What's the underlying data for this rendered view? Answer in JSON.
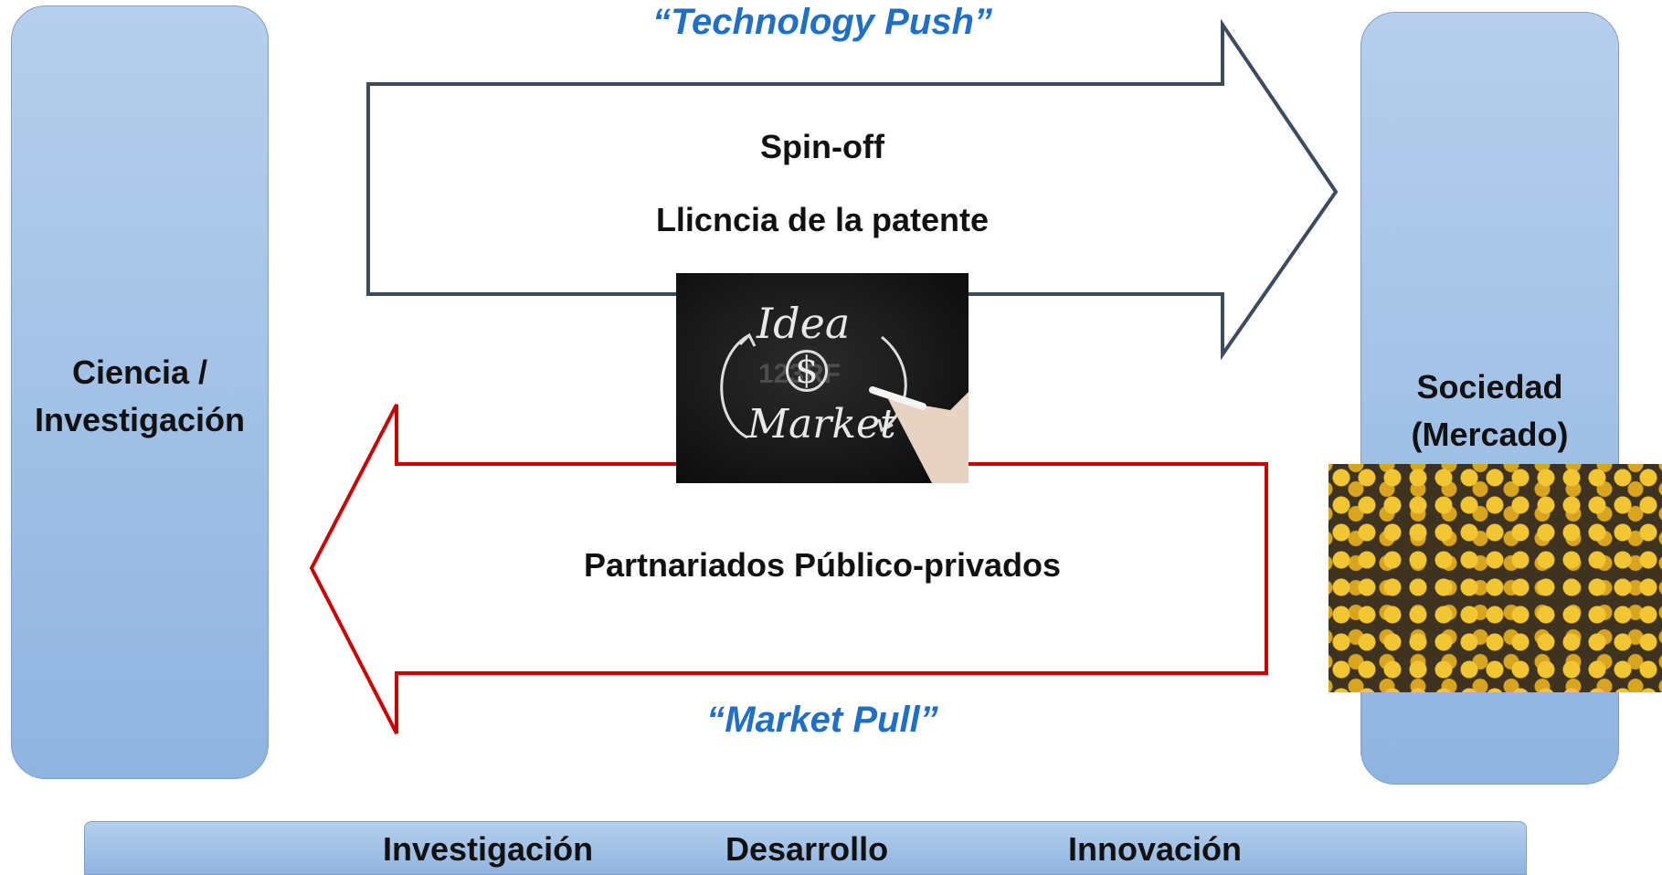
{
  "left_pillar": {
    "lines": [
      "Ciencia /",
      "Investigación"
    ]
  },
  "right_pillar": {
    "lines": [
      "Sociedad",
      "(Mercado)"
    ]
  },
  "push_arrow": {
    "title": "“Technology Push”",
    "items": [
      "Spin-off",
      "Llicncia de la patente"
    ],
    "color": "#3d4a5f"
  },
  "pull_arrow": {
    "title": "“Market Pull”",
    "items": [
      "Partnariados Público-privados"
    ],
    "color": "#cc0000"
  },
  "idea_image": {
    "words": [
      "Idea",
      "$",
      "Market"
    ],
    "watermark": "123RF"
  },
  "stages": [
    "Investigación",
    "Desarrollo",
    "Innovación"
  ],
  "colors": {
    "title_blue": "#1f6fc8",
    "pillar_blue": "#9dbfe6"
  }
}
